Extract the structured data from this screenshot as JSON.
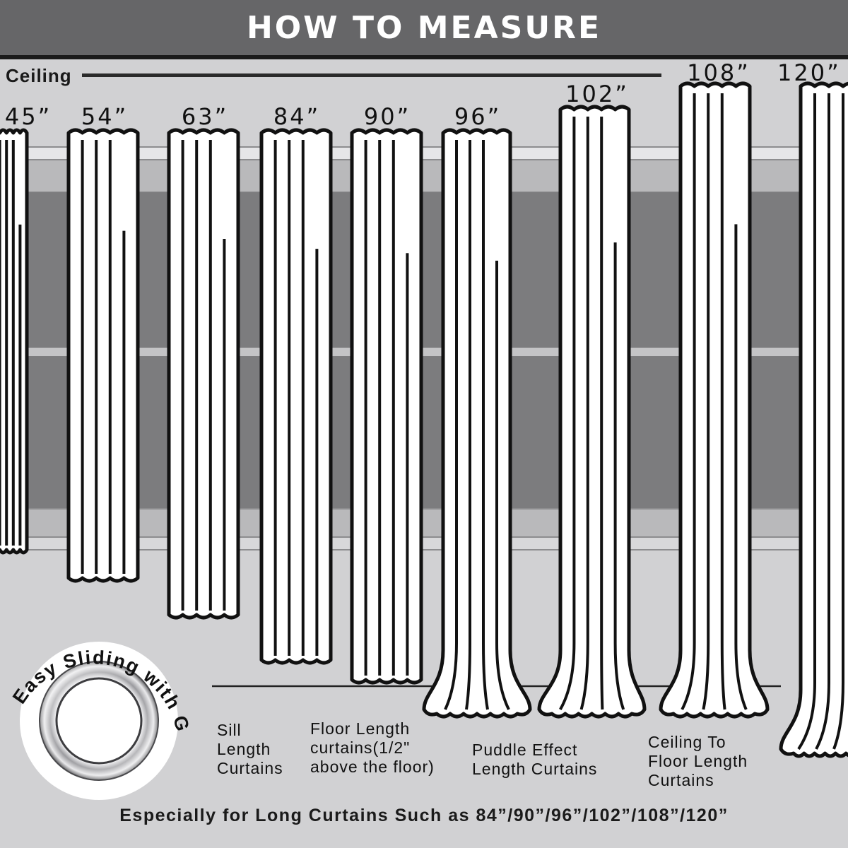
{
  "header": {
    "title": "HOW TO MEASURE"
  },
  "ceiling": {
    "label": "Ceiling"
  },
  "curtains": [
    {
      "length": "45”",
      "bottom": "straight"
    },
    {
      "length": "54”",
      "bottom": "straight"
    },
    {
      "length": "63”",
      "bottom": "straight"
    },
    {
      "length": "84”",
      "bottom": "straight"
    },
    {
      "length": "90”",
      "bottom": "straight"
    },
    {
      "length": "96”",
      "bottom": "puddle"
    },
    {
      "length": "102”",
      "bottom": "puddle"
    },
    {
      "length": "108”",
      "bottom": "puddle"
    },
    {
      "length": "120”",
      "bottom": "puddle"
    }
  ],
  "captions": {
    "sill": [
      "Sill",
      "Length",
      "Curtains"
    ],
    "floor": [
      "Floor Length",
      "curtains(1/2\"",
      "above the floor)"
    ],
    "puddle": [
      "Puddle Effect",
      "Length Curtains"
    ],
    "ceiling_to_floor": [
      "Ceiling To",
      "Floor Length",
      "Curtains"
    ]
  },
  "badge": {
    "text": "Easy Sliding with Grommets",
    "icon": "grommet-ring-icon"
  },
  "footer": {
    "note": "Especially for Long Curtains Such as 84”/90”/96”/102”/108”/120”"
  },
  "colors": {
    "header_bg": "#666668",
    "background": "#d1d1d3",
    "window_pane": "#7c7c7e",
    "frame": "#b9b9bb",
    "curtain": "#ffffff",
    "outline": "#111111"
  }
}
